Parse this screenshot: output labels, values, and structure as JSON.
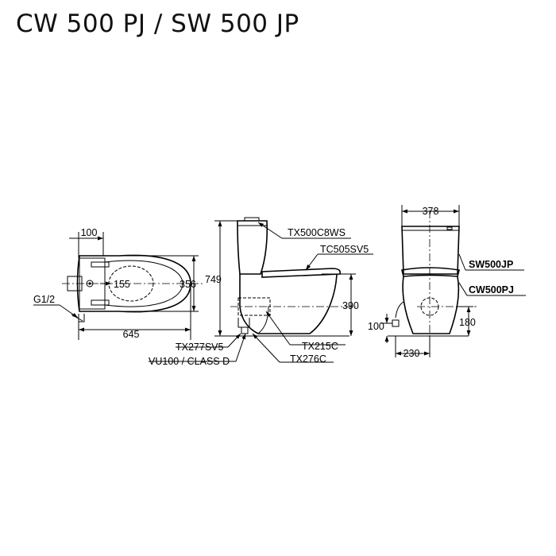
{
  "title": "CW 500 PJ / SW 500 JP",
  "top_view": {
    "dim_100": "100",
    "dim_155": "155",
    "dim_356": "356",
    "dim_645": "645",
    "label_inlet": "G1/2"
  },
  "side_view": {
    "dim_749": "749",
    "dim_390": "390",
    "callouts": {
      "tank": "TX500C8WS",
      "seat": "TC505SV5",
      "valve": "TX277SV5",
      "valve_class": "VU100 / CLASS D",
      "outlet": "TX215C",
      "flange": "TX276C"
    }
  },
  "front_view": {
    "dim_378": "378",
    "dim_100": "100",
    "dim_180": "180",
    "dim_230": "230",
    "model_tank": "SW500JP",
    "model_bowl": "CW500PJ"
  }
}
